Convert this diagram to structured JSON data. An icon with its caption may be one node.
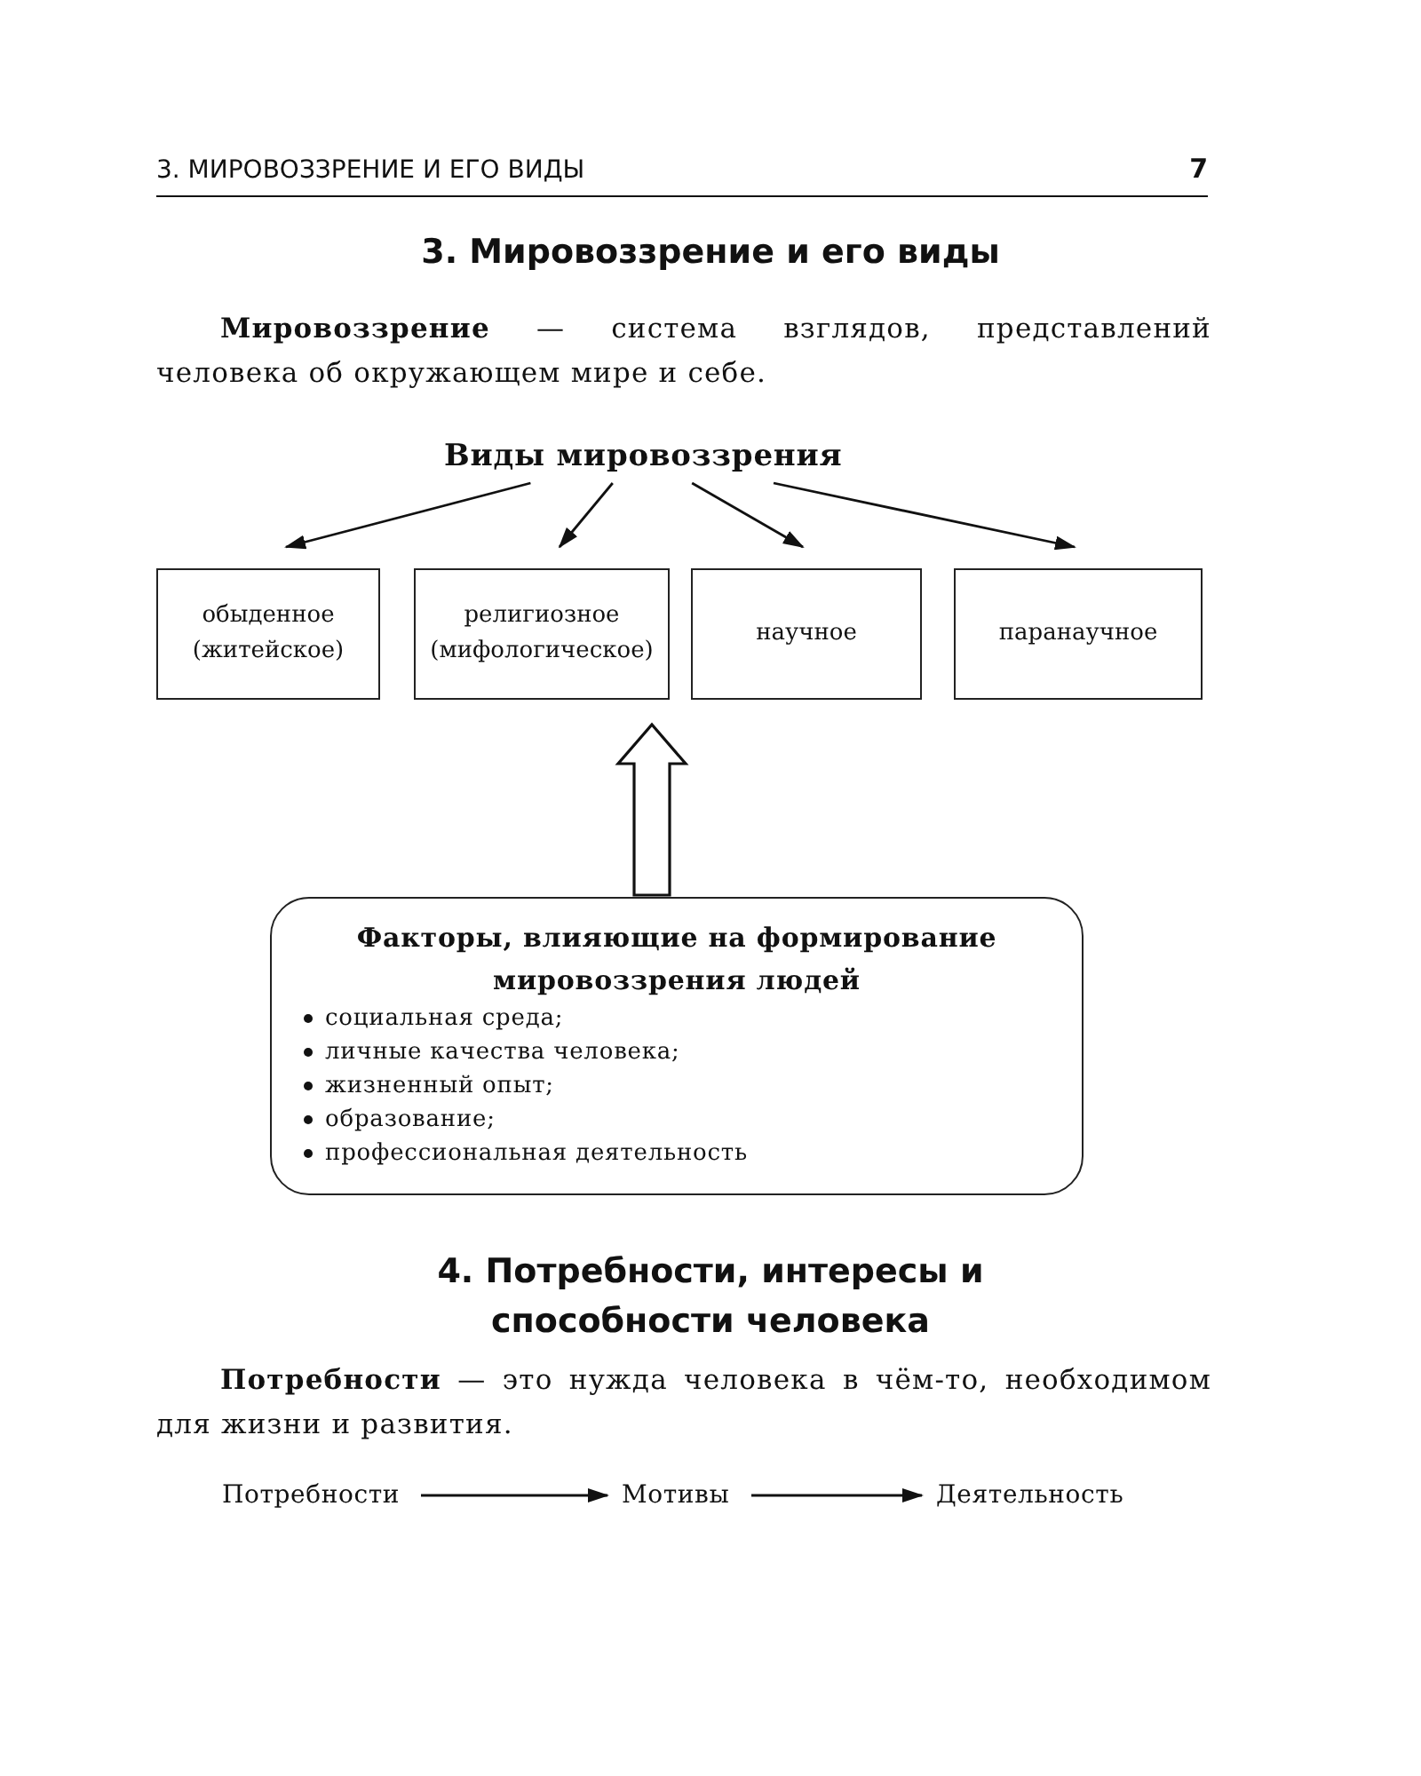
{
  "diagram": {
    "title": "3. Мировоззрение и его виды",
    "nodes": [
      {
        "text": [
          "Виды мировоззрения"
        ]
      },
      {
        "text": [
          "обыденное (житейское)"
        ]
      },
      {
        "text": [
          "религиозное (мифологическое)"
        ]
      },
      {
        "text": [
          "научное"
        ]
      },
      {
        "text": [
          "паранаучное"
        ]
      },
      {
        "text": [
          "Факторы, влияющие на формирование мировоззрения людей",
          "социальная среда;",
          "личные качества человека;",
          "жизненный опыт;",
          "образование;",
          "профессиональная деятельность"
        ]
      },
      {
        "text": [
          "Потребности"
        ]
      },
      {
        "text": [
          "Мотивы"
        ]
      },
      {
        "text": [
          "Деятельность"
        ]
      }
    ],
    "edges": [
      {
        "from": 0,
        "to": 1,
        "arrow": "to"
      },
      {
        "from": 0,
        "to": 2,
        "arrow": "to"
      },
      {
        "from": 0,
        "to": 3,
        "arrow": "to"
      },
      {
        "from": 0,
        "to": 4,
        "arrow": "to"
      },
      {
        "from": 5,
        "to": 2,
        "arrow": "to",
        "style": "thick"
      },
      {
        "from": 6,
        "to": 7,
        "arrow": "to"
      },
      {
        "from": 7,
        "to": 8,
        "arrow": "to"
      }
    ],
    "labels": [
      "3. МИРОВОЗЗРЕНИЕ И ЕГО ВИДЫ",
      "7",
      "**Мировоззрение** — система взглядов, представлений человека об окружающем мире и себе.",
      "4. Потребности, интересы и способности человека",
      "**Потребности** — это нужда человека в чём-то, необходимом для жизни и развития."
    ]
  }
}
